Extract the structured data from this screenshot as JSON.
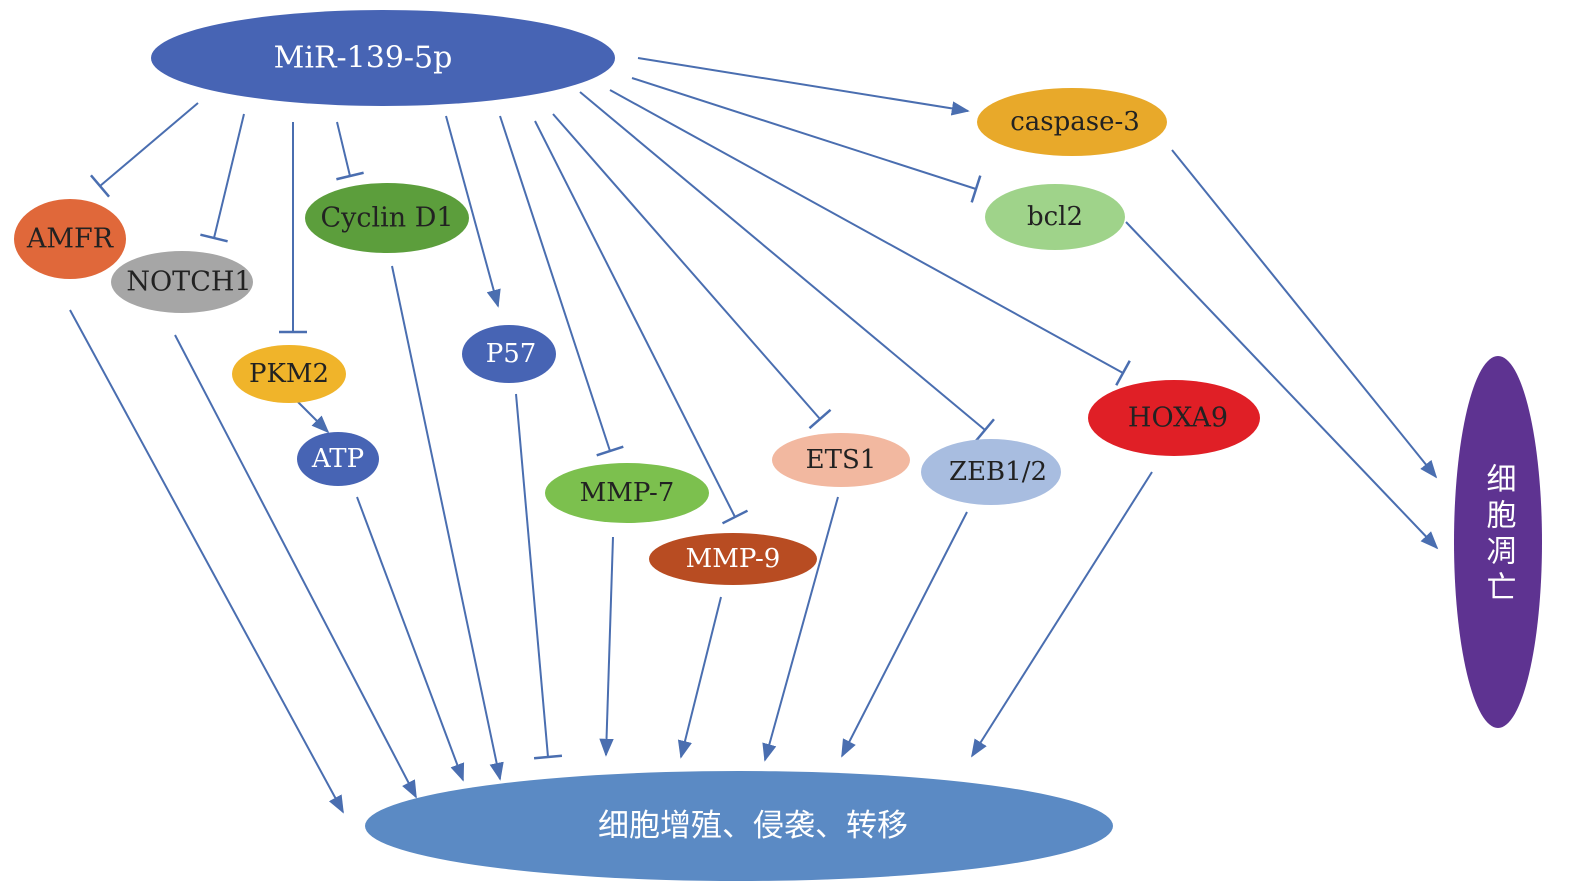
{
  "nodes": {
    "mir": {
      "label": "MiR-139-5p",
      "color": "#4764b4",
      "text_color": "#ffffff"
    },
    "amfr": {
      "label": "AMFR",
      "color": "#e0683a",
      "text_color": "#222222"
    },
    "notch1": {
      "label": "NOTCH1",
      "color": "#a6a6a6",
      "text_color": "#222222"
    },
    "cyclin": {
      "label": "Cyclin D1",
      "color": "#5c9e3c",
      "text_color": "#222222"
    },
    "pkm2": {
      "label": "PKM2",
      "color": "#f0b42a",
      "text_color": "#222222"
    },
    "atp": {
      "label": "ATP",
      "color": "#4764b4",
      "text_color": "#ffffff"
    },
    "p57": {
      "label": "P57",
      "color": "#4764b4",
      "text_color": "#ffffff"
    },
    "mmp7": {
      "label": "MMP-7",
      "color": "#7cc04e",
      "text_color": "#222222"
    },
    "mmp9": {
      "label": "MMP-9",
      "color": "#b84c22",
      "text_color": "#ffffff"
    },
    "ets1": {
      "label": "ETS1",
      "color": "#f2b8a0",
      "text_color": "#222222"
    },
    "zeb": {
      "label": "ZEB1/2",
      "color": "#a8bde0",
      "text_color": "#222222"
    },
    "hoxa9": {
      "label": "HOXA9",
      "color": "#e01f26",
      "text_color": "#222222"
    },
    "caspase": {
      "label": "caspase-3",
      "color": "#e8a92a",
      "text_color": "#222222"
    },
    "bcl2": {
      "label": "bcl2",
      "color": "#9fd38a",
      "text_color": "#222222"
    },
    "apoptosis": {
      "label": "细胞凋亡",
      "color": "#5e3391",
      "text_color": "#ffffff"
    },
    "proliferation": {
      "label": "细胞增殖、侵袭、转移",
      "color": "#5b8ac4",
      "text_color": "#ffffff"
    }
  },
  "edges": [
    {
      "from": "mir",
      "to": "amfr",
      "type": "inhibit"
    },
    {
      "from": "mir",
      "to": "notch1",
      "type": "inhibit"
    },
    {
      "from": "mir",
      "to": "pkm2",
      "type": "inhibit"
    },
    {
      "from": "mir",
      "to": "cyclin",
      "type": "inhibit"
    },
    {
      "from": "mir",
      "to": "p57",
      "type": "activate"
    },
    {
      "from": "mir",
      "to": "mmp7",
      "type": "inhibit"
    },
    {
      "from": "mir",
      "to": "mmp9",
      "type": "inhibit"
    },
    {
      "from": "mir",
      "to": "ets1",
      "type": "inhibit"
    },
    {
      "from": "mir",
      "to": "zeb",
      "type": "inhibit"
    },
    {
      "from": "mir",
      "to": "hoxa9",
      "type": "inhibit"
    },
    {
      "from": "mir",
      "to": "caspase",
      "type": "activate"
    },
    {
      "from": "mir",
      "to": "bcl2",
      "type": "inhibit"
    },
    {
      "from": "pkm2",
      "to": "atp",
      "type": "activate"
    },
    {
      "from": "caspase",
      "to": "apoptosis",
      "type": "activate"
    },
    {
      "from": "bcl2",
      "to": "apoptosis",
      "type": "activate"
    },
    {
      "from": "amfr",
      "to": "proliferation",
      "type": "activate"
    },
    {
      "from": "notch1",
      "to": "proliferation",
      "type": "activate"
    },
    {
      "from": "atp",
      "to": "proliferation",
      "type": "activate"
    },
    {
      "from": "cyclin",
      "to": "proliferation",
      "type": "activate"
    },
    {
      "from": "p57",
      "to": "proliferation",
      "type": "inhibit"
    },
    {
      "from": "mmp7",
      "to": "proliferation",
      "type": "activate"
    },
    {
      "from": "mmp9",
      "to": "proliferation",
      "type": "activate"
    },
    {
      "from": "ets1",
      "to": "proliferation",
      "type": "activate"
    },
    {
      "from": "zeb",
      "to": "proliferation",
      "type": "activate"
    },
    {
      "from": "hoxa9",
      "to": "proliferation",
      "type": "activate"
    }
  ],
  "edge_color": "#4a6eb0"
}
